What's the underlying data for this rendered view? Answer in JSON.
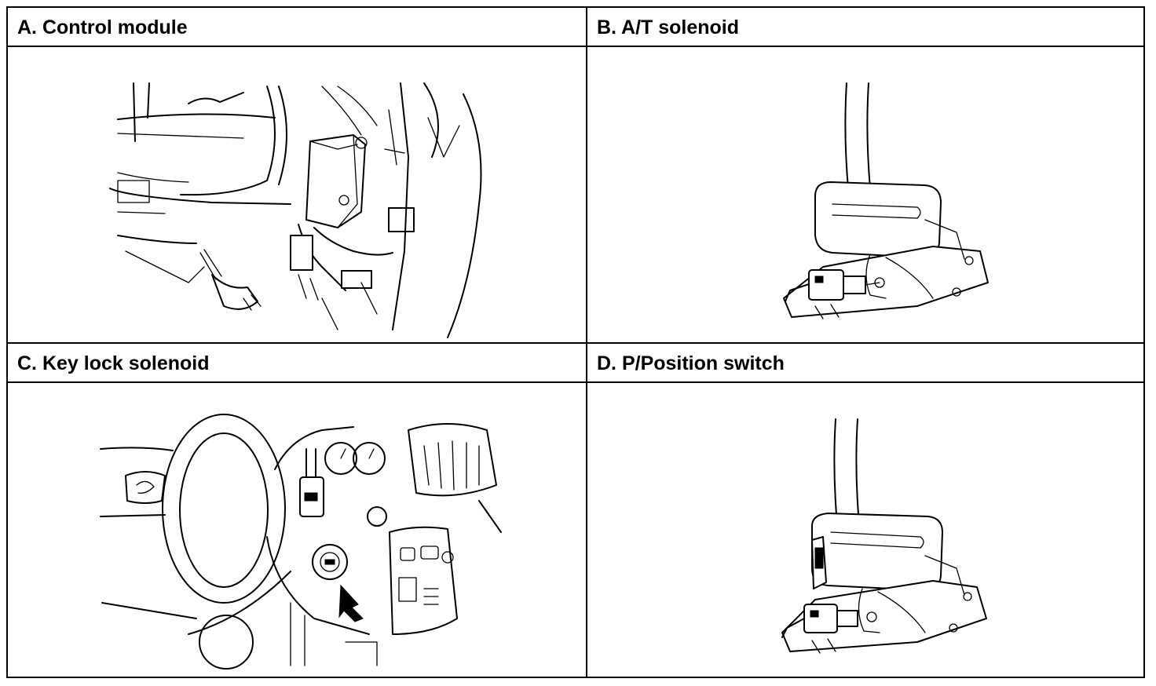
{
  "panels": {
    "a": {
      "label": "A. Control module"
    },
    "b": {
      "label": "B. A/T solenoid"
    },
    "c": {
      "label": "C. Key lock solenoid"
    },
    "d": {
      "label": "D. P/Position switch"
    }
  },
  "colors": {
    "line": "#000000",
    "background": "#ffffff"
  }
}
